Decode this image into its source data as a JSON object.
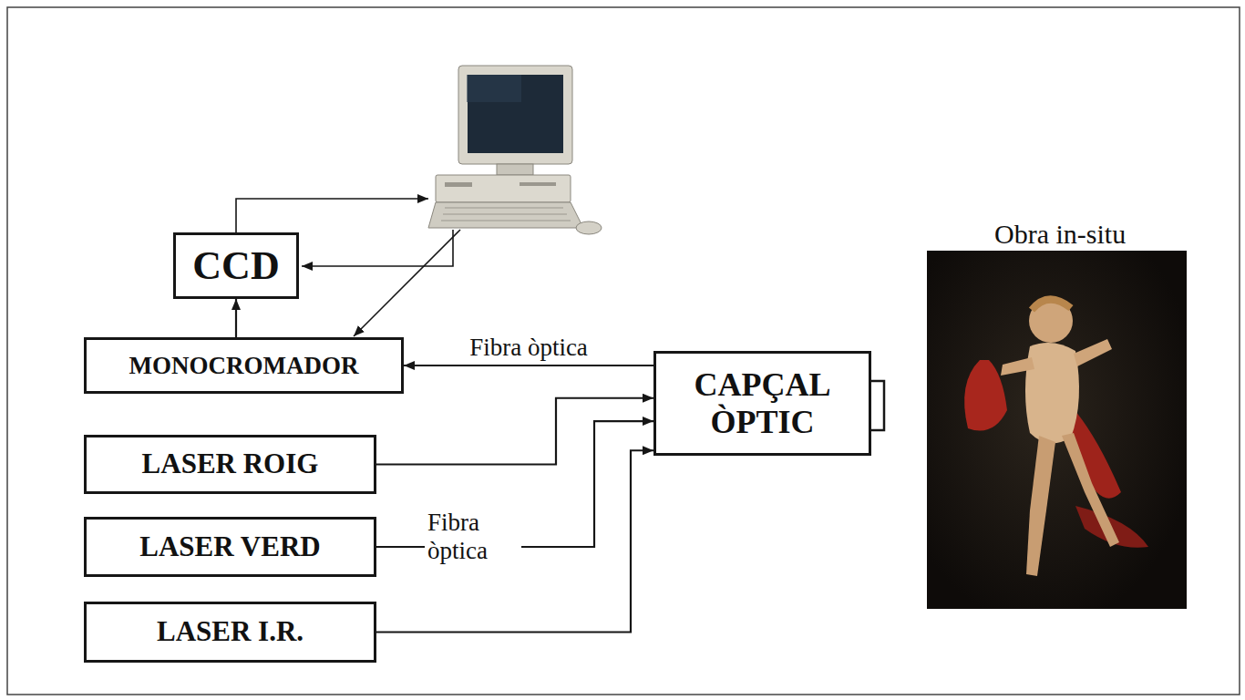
{
  "diagram": {
    "nodes": [
      {
        "text": [
          "CCD"
        ]
      },
      {
        "text": [
          "MONOCROMADOR"
        ]
      },
      {
        "text": [
          "CAPÇAL ÒPTIC"
        ]
      },
      {
        "text": [
          "LASER ROIG"
        ]
      },
      {
        "text": [
          "LASER VERD"
        ]
      },
      {
        "text": [
          "LASER I.R."
        ]
      }
    ],
    "edges": [
      {
        "from": 1,
        "to": 0,
        "arrow": "to"
      },
      {
        "from": 2,
        "to": 1,
        "arrow": "to",
        "label": "Fibra òptica"
      },
      {
        "from": 3,
        "to": 2,
        "arrow": "to"
      },
      {
        "from": 4,
        "to": 2,
        "arrow": "to"
      },
      {
        "from": 5,
        "to": 2,
        "arrow": "to"
      }
    ],
    "labels": [
      "Obra in-situ",
      "Fibra òptica"
    ]
  }
}
